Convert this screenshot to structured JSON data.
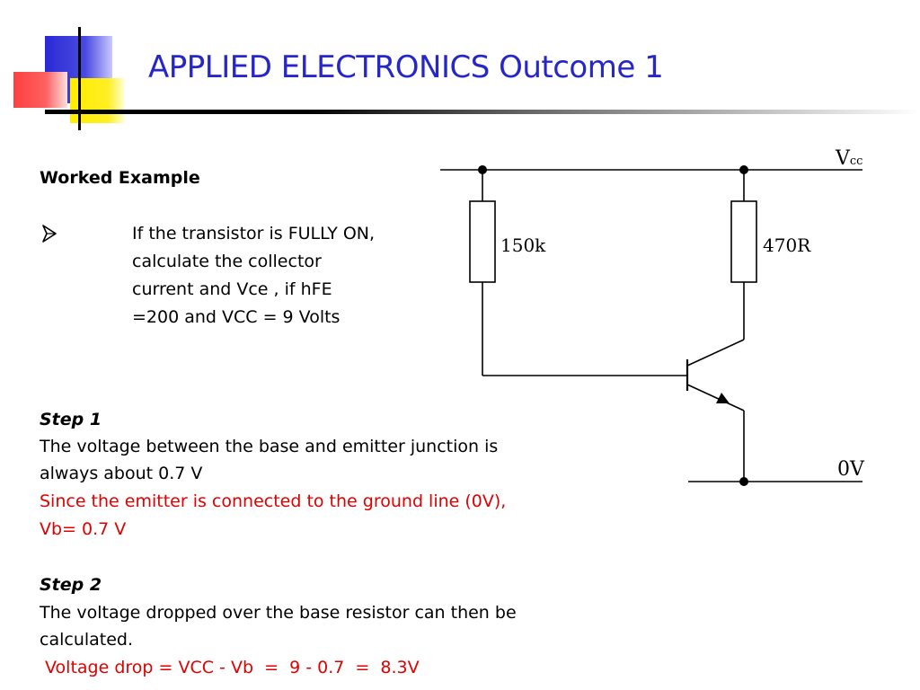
{
  "slide": {
    "title": "APPLIED ELECTRONICS Outcome 1",
    "colors": {
      "title": "#2626c9",
      "highlight": "#e00000",
      "deco_blue": "#3333cc",
      "deco_yellow": "#ffee00",
      "deco_red": "#ff3333"
    }
  },
  "content": {
    "heading": "Worked Example",
    "bullet_icon": "arrowhead-bullet-icon",
    "question_lines": [
      "If the transistor is FULLY ON,",
      "calculate the collector",
      "current and Vce , if hFE",
      "=200 and VCC = 9 Volts"
    ],
    "step1": {
      "title": "Step 1",
      "lines": [
        "The voltage between the base and emitter junction is",
        "always about 0.7 V"
      ],
      "highlight_lines": [
        "Since the emitter is connected to the ground line (0V),",
        "Vb= 0.7 V"
      ]
    },
    "step2": {
      "title": "Step 2",
      "lines": [
        "The voltage dropped over the base resistor can then be",
        "calculated."
      ],
      "highlight_lines": [
        " Voltage drop = VCC - Vb  =  9 - 0.7  =  8.3V"
      ]
    }
  },
  "circuit": {
    "vcc_label_main": "V",
    "vcc_label_sub": "cc",
    "ground_label": "0V",
    "base_resistor_label": "150k",
    "collector_resistor_label": "470R"
  }
}
